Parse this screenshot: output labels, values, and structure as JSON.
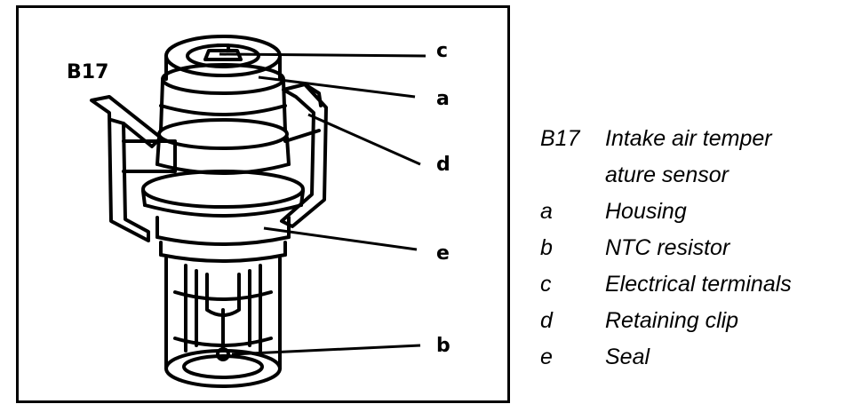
{
  "component_label": "B17",
  "callouts": {
    "c": "c",
    "a": "a",
    "d": "d",
    "e": "e",
    "b": "b"
  },
  "legend": [
    {
      "key": "B17",
      "text": "Intake air temper"
    },
    {
      "key": "",
      "text": "ature sensor"
    },
    {
      "key": "a",
      "text": "Housing"
    },
    {
      "key": "b",
      "text": "NTC resistor"
    },
    {
      "key": "c",
      "text": "Electrical terminals"
    },
    {
      "key": "d",
      "text": "Retaining clip"
    },
    {
      "key": "e",
      "text": "Seal"
    }
  ]
}
